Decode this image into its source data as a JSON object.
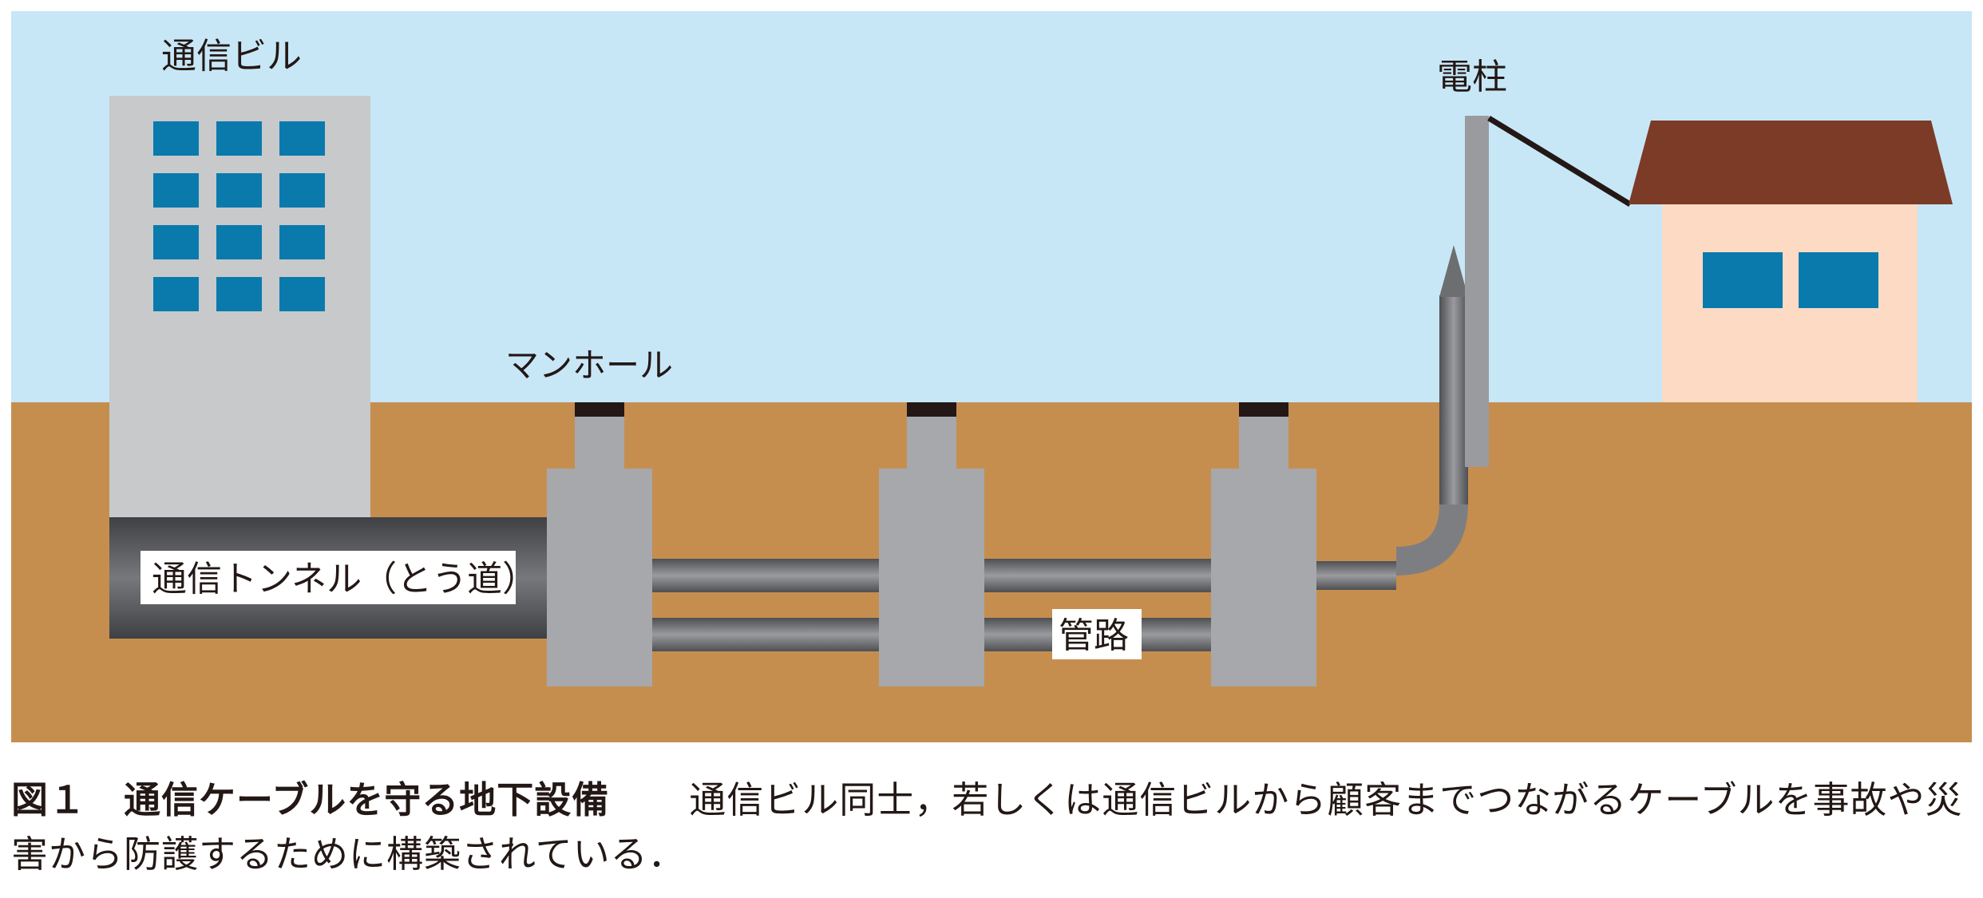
{
  "labels": {
    "building": "通信ビル",
    "pole": "電柱",
    "manhole": "マンホール",
    "tunnel": "通信トンネル（とう道）",
    "conduit": "管路"
  },
  "caption": {
    "title": "図１　通信ケーブルを守る地下設備",
    "body": "通信ビル同士，若しくは通信ビルから顧客までつながるケーブルを事故や災害から防護するために構築されている．"
  },
  "colors": {
    "sky": "#c7e7f7",
    "ground": "#c58e4f",
    "building": "#c8c9cb",
    "window": "#0a7aad",
    "manhole": "#a7a8ab",
    "manhole_lid": "#231815",
    "pipe": "#6d6e70",
    "roof": "#7b3b26",
    "house_wall": "#fcdac4"
  },
  "icons": {
    "building": "office-building-icon",
    "house": "house-icon",
    "pole": "utility-pole-icon",
    "manhole": "manhole-icon"
  }
}
